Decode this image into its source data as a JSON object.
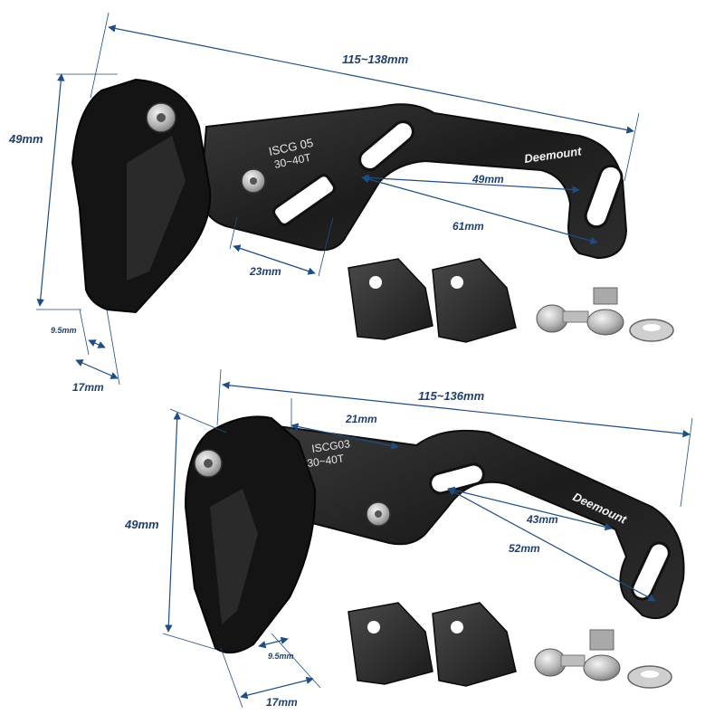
{
  "colors": {
    "dimension": "#1f4d82",
    "dimension_text": "#1f3f6e",
    "part_body": "#151515",
    "part_face": "#262626",
    "part_edge": "#4a4a4a",
    "bolt": "#c9c9c9"
  },
  "top_guide": {
    "model": "ISCG 05",
    "teeth": "30~40T",
    "brand": "Deemount",
    "dims": {
      "overall_length": "115~138mm",
      "height": "49mm",
      "slot_short": "49mm",
      "slot_long": "61mm",
      "offset": "23mm",
      "thickness_inner": "9.5mm",
      "thickness_outer": "17mm"
    }
  },
  "bottom_guide": {
    "model": "ISCG03",
    "teeth": "30~40T",
    "brand": "Deemount",
    "dims": {
      "overall_length": "115~136mm",
      "height": "49mm",
      "slot_short": "43mm",
      "slot_long": "52mm",
      "offset": "21mm",
      "thickness_inner": "9.5mm",
      "thickness_outer": "17mm"
    }
  }
}
